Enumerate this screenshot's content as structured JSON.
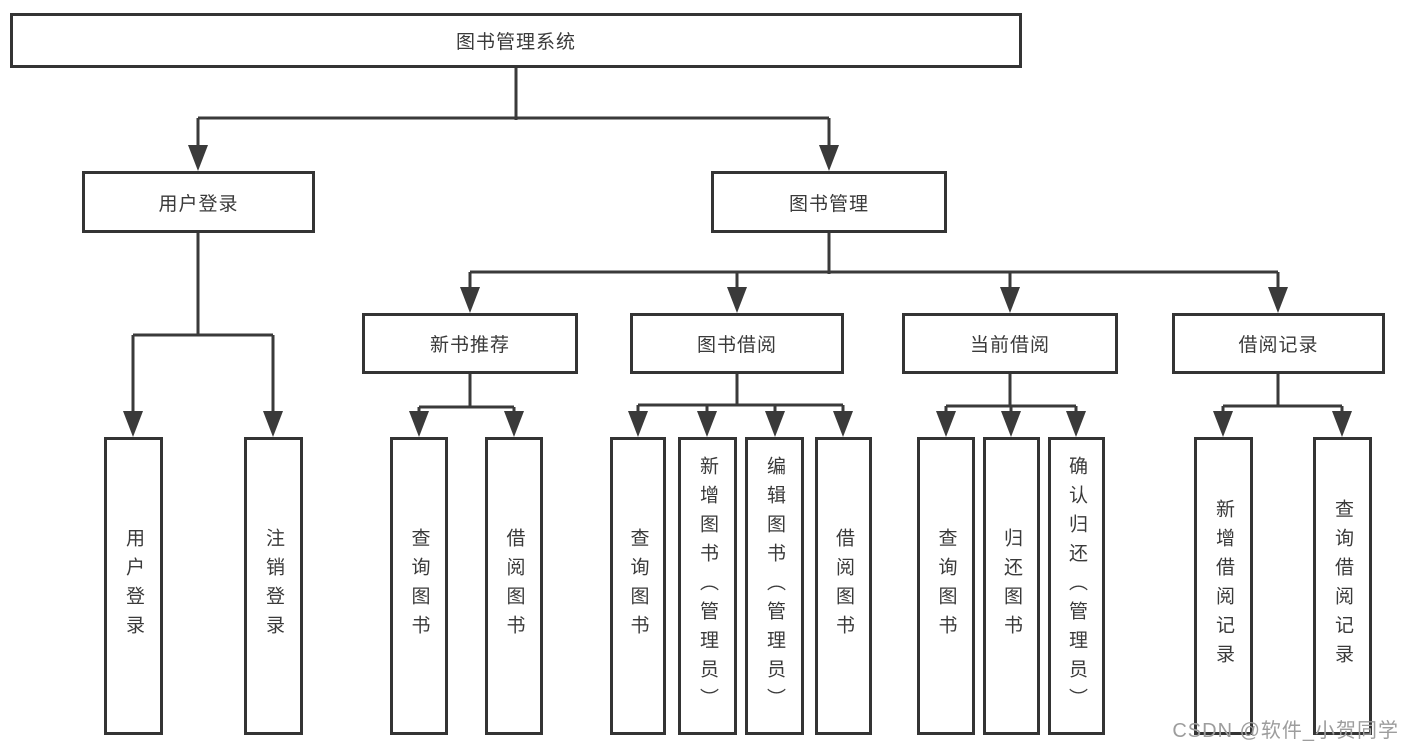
{
  "diagram": {
    "title": "图书管理系统",
    "type": "tree-diagram",
    "colors": {
      "line": "#3a3a3a",
      "border": "#343434",
      "text": "#3a3a3a",
      "background": "#ffffff",
      "watermark": "#9d9d9d"
    },
    "nodes": {
      "root": "图书管理系统",
      "user_login": "用户登录",
      "book_mgmt": "图书管理",
      "new_book_rec": "新书推荐",
      "book_borrow": "图书借阅",
      "current_borrow": "当前借阅",
      "borrow_records": "借阅记录",
      "ul_login": "用户登录",
      "ul_logout": "注销登录",
      "nr_query": "查询图书",
      "nr_borrow": "借阅图书",
      "bb_query": "查询图书",
      "bb_add": "新增图书（管理员）",
      "bb_edit": "编辑图书（管理员）",
      "bb_borrow": "借阅图书",
      "cb_query": "查询图书",
      "cb_return": "归还图书",
      "cb_confirm": "确认归还（管理员）",
      "br_add": "新增借阅记录",
      "br_query": "查询借阅记录"
    },
    "hierarchy": {
      "图书管理系统": {
        "用户登录": [
          "用户登录",
          "注销登录"
        ],
        "图书管理": {
          "新书推荐": [
            "查询图书",
            "借阅图书"
          ],
          "图书借阅": [
            "查询图书",
            "新增图书（管理员）",
            "编辑图书（管理员）",
            "借阅图书"
          ],
          "当前借阅": [
            "查询图书",
            "归还图书",
            "确认归还（管理员）"
          ],
          "借阅记录": [
            "新增借阅记录",
            "查询借阅记录"
          ]
        }
      }
    },
    "watermark": "CSDN @软件_小贺同学"
  }
}
